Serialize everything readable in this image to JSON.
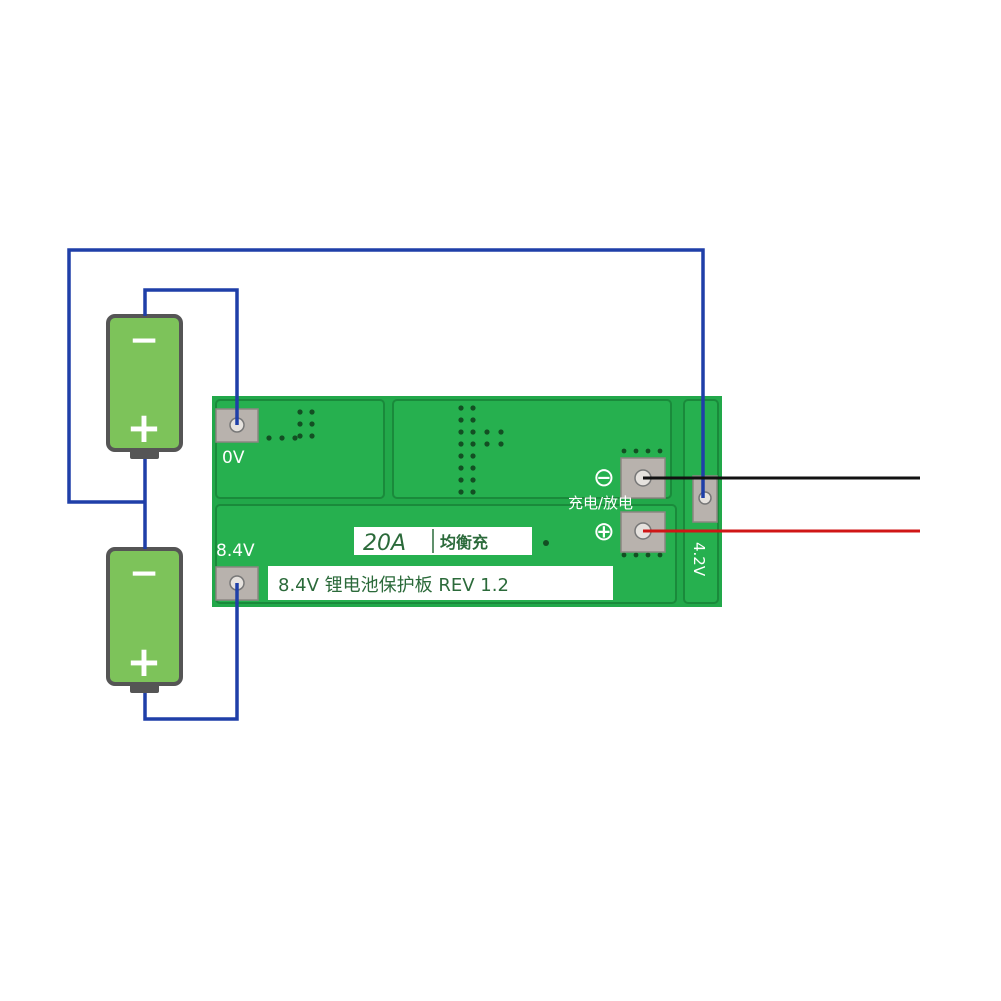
{
  "board": {
    "label_0v": "0V",
    "label_84v": "8.4V",
    "label_42v": "4.2V",
    "current_rating": "20A",
    "balance_label": "均衡充",
    "product_label": "8.4V 锂电池保护板 REV 1.2",
    "charge_discharge_label": "充电/放电",
    "minus_symbol": "⊖",
    "plus_symbol": "⊕"
  },
  "battery_top": {
    "negative_sign": "−",
    "positive_sign": "+"
  },
  "battery_bottom": {
    "negative_sign": "−",
    "positive_sign": "+"
  },
  "colors": {
    "pcb": "#22a84a",
    "pcb_dark": "#1a8a3b",
    "battery_body": "#7dc35a",
    "battery_frame": "#555555",
    "wire_blue": "#1f3fa8",
    "wire_black": "#111111",
    "wire_red": "#d01616",
    "pad": "#b8b2ad"
  }
}
